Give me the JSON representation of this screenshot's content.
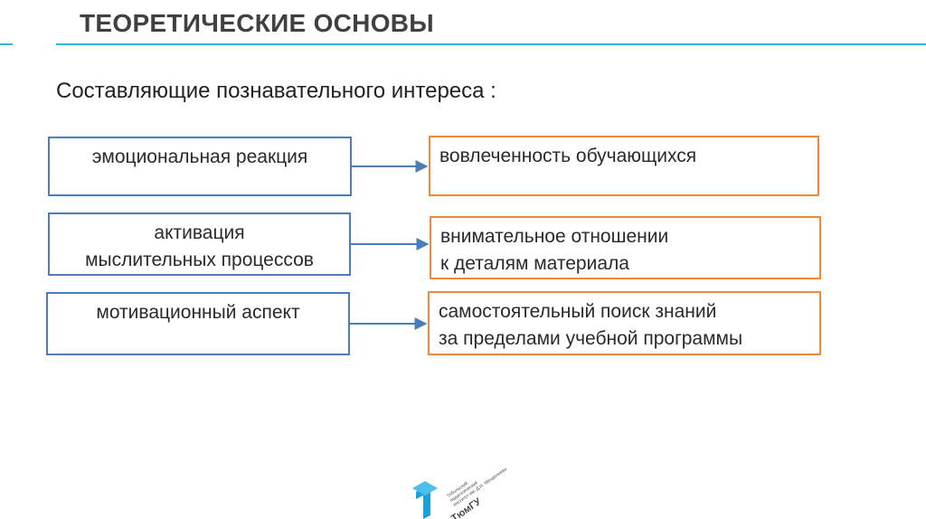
{
  "slide": {
    "title": "ТЕОРЕТИЧЕСКИЕ ОСНОВЫ",
    "subtitle": "Составляющие познавательного интереса :",
    "accent_color": "#3ab0dc",
    "left_border_color": "#4a7ebb",
    "right_border_color": "#f0883a"
  },
  "rows": [
    {
      "left": [
        "эмоциональная реакция"
      ],
      "right": [
        "вовлеченность обучающихся"
      ]
    },
    {
      "left": [
        "активация",
        "мыслительных процессов"
      ],
      "right": [
        "внимательное отношении",
        "к деталям материала"
      ]
    },
    {
      "left": [
        "мотивационный аспект"
      ],
      "right": [
        "самостоятельный поиск знаний",
        "за пределами учебной программы"
      ]
    }
  ],
  "logo": {
    "name": "tyumgu-logo",
    "text": "ТюмГУ",
    "small_text": [
      "Тобольский",
      "педагогический",
      "институт им. Д.И. Менделеева"
    ]
  }
}
